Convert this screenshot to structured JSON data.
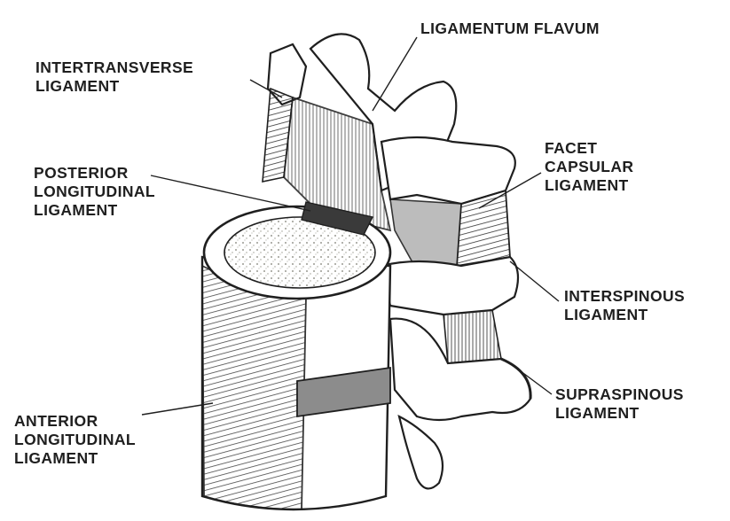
{
  "labels": {
    "ligamentum_flavum": [
      "LIGAMENTUM FLAVUM"
    ],
    "intertransverse": [
      "INTERTRANSVERSE",
      "LIGAMENT"
    ],
    "posterior_longitudinal": [
      "POSTERIOR",
      "LONGITUDINAL",
      "LIGAMENT"
    ],
    "facet_capsular": [
      "FACET",
      "CAPSULAR",
      "LIGAMENT"
    ],
    "interspinous": [
      "INTERSPINOUS",
      "LIGAMENT"
    ],
    "supraspinous": [
      "SUPRASPINOUS",
      "LIGAMENT"
    ],
    "anterior_longitudinal": [
      "ANTERIOR",
      "LONGITUDINAL",
      "LIGAMENT"
    ]
  },
  "colors": {
    "ink": "#1f1f1f",
    "bone": "#ffffff",
    "ligament": "#9a9a9a",
    "ligament_dark": "#4a4a4a",
    "cancellous": "#e8e8e0"
  }
}
